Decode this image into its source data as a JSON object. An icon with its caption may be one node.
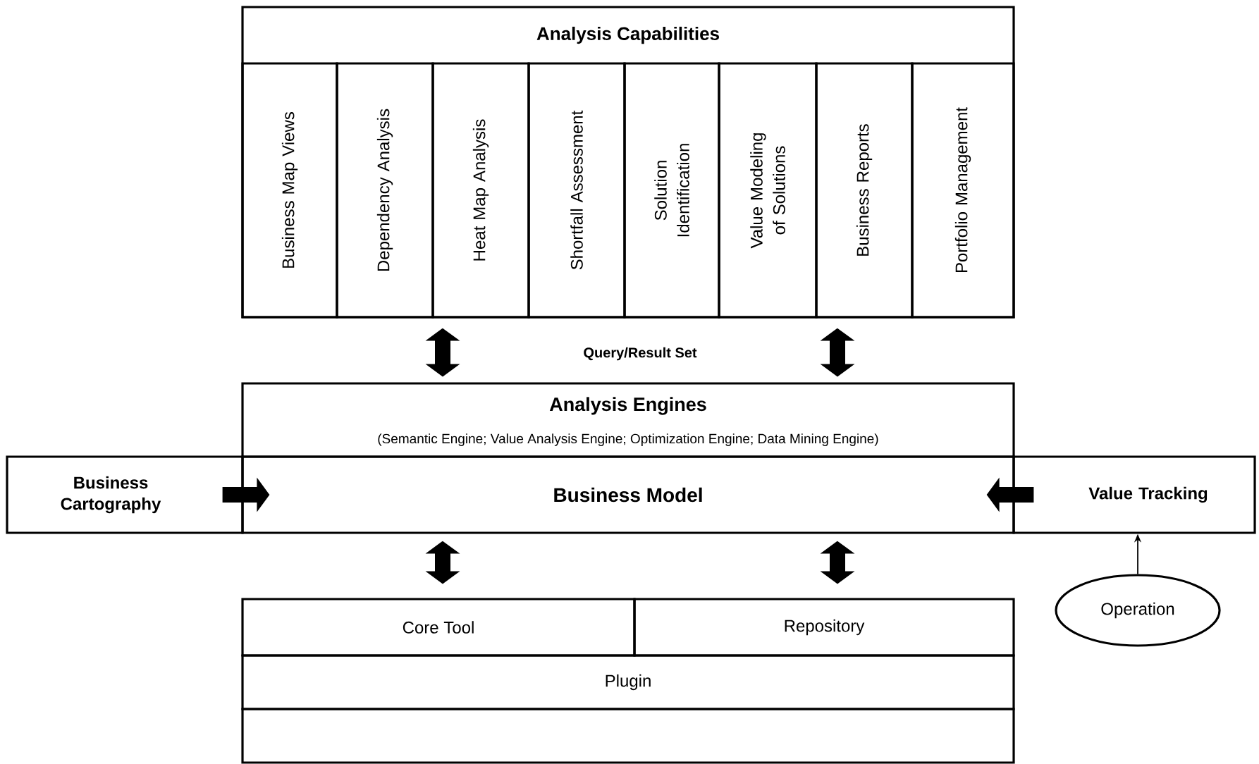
{
  "diagram": {
    "nodes": [
      {
        "text": [
          "Analysis Capabilities"
        ]
      },
      {
        "text": [
          "Business Map Views"
        ],
        "in": 0
      },
      {
        "text": [
          "Dependency Analysis"
        ],
        "in": 0
      },
      {
        "text": [
          "Heat Map Analysis"
        ],
        "in": 0
      },
      {
        "text": [
          "Shortfall Assessment"
        ],
        "in": 0
      },
      {
        "text": [
          "Solution Identification"
        ],
        "in": 0
      },
      {
        "text": [
          "Value Modeling of Solutions"
        ],
        "in": 0
      },
      {
        "text": [
          "Business Reports"
        ],
        "in": 0
      },
      {
        "text": [
          "Portfolio Management"
        ],
        "in": 0
      },
      {
        "text": [
          "Analysis Engines",
          "(Semantic Engine; Value Analysis Engine; Optimization Engine; Data Mining Engine)"
        ]
      },
      {
        "text": [
          "Business Cartography"
        ]
      },
      {
        "text": [
          "Business Model"
        ]
      },
      {
        "text": [
          "Value Tracking"
        ]
      },
      {
        "text": [
          "Core Tool"
        ]
      },
      {
        "text": [
          "Repository"
        ]
      },
      {
        "text": [
          "Operation"
        ]
      },
      {
        "text": [
          "Plugin"
        ]
      },
      {
        "text": [],
        "shape": "box"
      }
    ],
    "edges": [
      {
        "from": 0,
        "to": 9,
        "arrow": "both"
      },
      {
        "from": 0,
        "to": 9,
        "arrow": "both"
      },
      {
        "from": 10,
        "to": 11,
        "arrow": "to"
      },
      {
        "from": 12,
        "to": 11,
        "arrow": "to"
      },
      {
        "from": 11,
        "to": 13,
        "arrow": "both"
      },
      {
        "from": 11,
        "to": 14,
        "arrow": "both"
      },
      {
        "from": 15,
        "to": 12,
        "arrow": "to"
      }
    ],
    "labels": [
      "Query/Result Set"
    ]
  }
}
